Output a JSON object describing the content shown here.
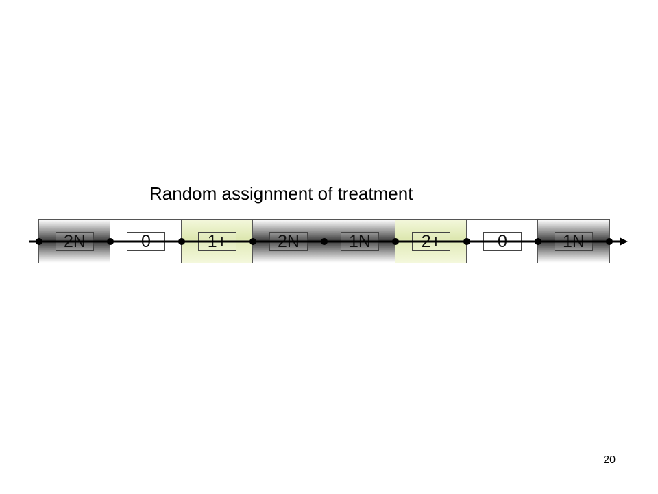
{
  "slide": {
    "title": "Random assignment of treatment",
    "page_number": "20"
  },
  "plots": [
    {
      "label": "2N",
      "fill": "grey"
    },
    {
      "label": "0",
      "fill": "white"
    },
    {
      "label": "1+",
      "fill": "green"
    },
    {
      "label": "2N",
      "fill": "grey"
    },
    {
      "label": "1N",
      "fill": "grey"
    },
    {
      "label": "2+",
      "fill": "green"
    },
    {
      "label": "0",
      "fill": "white"
    },
    {
      "label": "1N",
      "fill": "grey"
    }
  ]
}
